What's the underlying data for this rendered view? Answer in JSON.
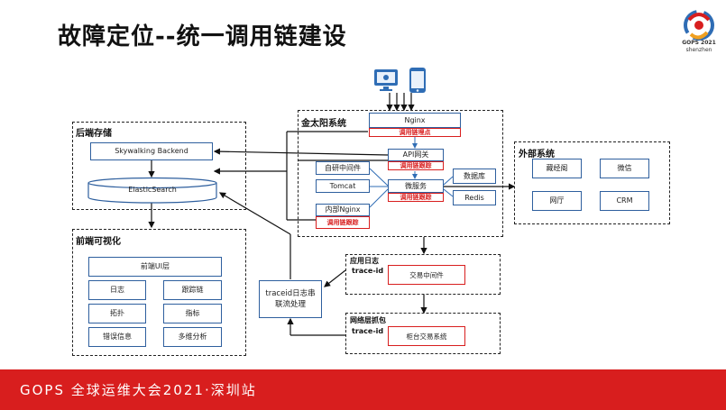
{
  "title": "故障定位--统一调用链建设",
  "footer": "GOPS 全球运维大会2021·深圳站",
  "logo": {
    "line1": "GOPS 2021",
    "line2": "shenzhen"
  },
  "groups": {
    "storage": "后端存储",
    "frontend": "前端可视化",
    "jintaiyang": "金太阳系统",
    "external": "外部系统"
  },
  "storage": {
    "skywalking": "Skywalking Backend",
    "es": "ElasticSearch"
  },
  "frontend": {
    "ui": "前端UI层",
    "items": [
      "日志",
      "跟踪链",
      "拓扑",
      "指标",
      "错误信息",
      "多维分析"
    ]
  },
  "jintaiyang": {
    "nginx": "Nginx",
    "nginx_tag": "调用链埋点",
    "gateway": "API网关",
    "gateway_tag": "调用链跟踪",
    "selfdev": "自研中间件",
    "tomcat": "Tomcat",
    "micro": "微服务",
    "micro_tag": "调用链跟踪",
    "inner_nginx": "内部Nginx",
    "inner_tag": "调用链跟踪",
    "db": "数据库",
    "redis": "Redis"
  },
  "external": {
    "items": [
      "藏经阁",
      "微信",
      "网厅",
      "CRM"
    ]
  },
  "traceid_box": "traceid日志串联流处理",
  "applog": {
    "title": "应用日志",
    "trace": "trace-id",
    "box": "交易中间件"
  },
  "netpcap": {
    "title": "网络层抓包",
    "trace": "trace-id",
    "box": "柜台交易系统"
  },
  "icons": [
    "monitor-icon",
    "phone-icon"
  ],
  "colors": {
    "accent": "#d81e1e",
    "box_border": "#2e5f9e",
    "icon_blue": "#2f6db5"
  }
}
